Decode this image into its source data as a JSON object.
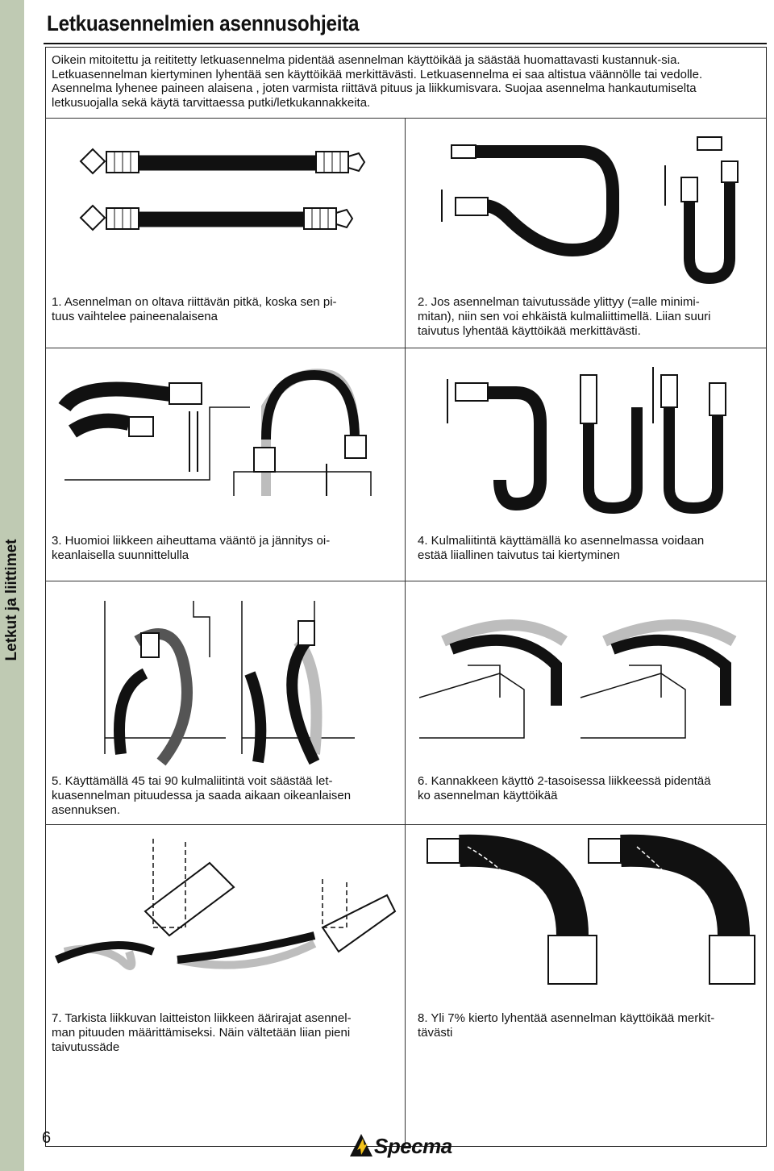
{
  "sidebar": {
    "label": "Letkut ja liittimet"
  },
  "header": {
    "title": "Letkuasennelmien asennusohjeita"
  },
  "intro": "Oikein mitoitettu ja reititetty letkuasennelma pidentää asennelman käyttöikää ja säästää huomattavasti kustannuk-sia. Letkuasennelman kiertyminen lyhentää sen käyttöikää merkittävästi. Letkuasennelma ei saa altistua väännölle tai vedolle. Asennelma lyhenee paineen alaisena , joten varmista riittävä pituus ja liikkumisvara. Suojaa asennelma hankautumiselta letkusuojalla sekä käytä tarvittaessa putki/letkukannakkeita.",
  "captions": {
    "c1": "1. Asennelman on oltava riittävän pitkä, koska sen pi-\ntuus vaihtelee paineenalaisena",
    "c2": "2. Jos asennelman taivutussäde ylittyy (=alle minimi-\nmitan), niin sen voi ehkäistä kulmaliittimellä. Liian suuri\ntaivutus lyhentää käyttöikää merkittävästi.",
    "c3": "3. Huomioi liikkeen aiheuttama vääntö ja jännitys oi-\nkeanlaisella suunnittelulla",
    "c4": "4. Kulmaliitintä käyttämällä ko asennelmassa voidaan\nestää liiallinen taivutus tai kiertyminen",
    "c5": "5. Käyttämällä 45 tai 90 kulmaliitintä voit säästää let-\nkuasennelman pituudessa ja saada aikaan oikeanlaisen\nasennuksen.",
    "c6": "6. Kannakkeen käyttö 2-tasoisessa liikkeessä pidentää\nko asennelman käyttöikää",
    "c7": "7. Tarkista liikkuvan laitteiston liikkeen äärirajat asennel-\nman pituuden määrittämiseksi. Näin vältetään liian pieni\ntaivutussäde",
    "c8": "8. Yli 7% kierto lyhentää asennelman käyttöikää merkit-\ntävästi"
  },
  "footer": {
    "page_number": "6",
    "brand": "Specma"
  },
  "colors": {
    "sidebar": "#bfcab3",
    "hose": "#111111",
    "hose_ghost": "#bdbdbd",
    "logo_accent": "#f2c21b"
  }
}
